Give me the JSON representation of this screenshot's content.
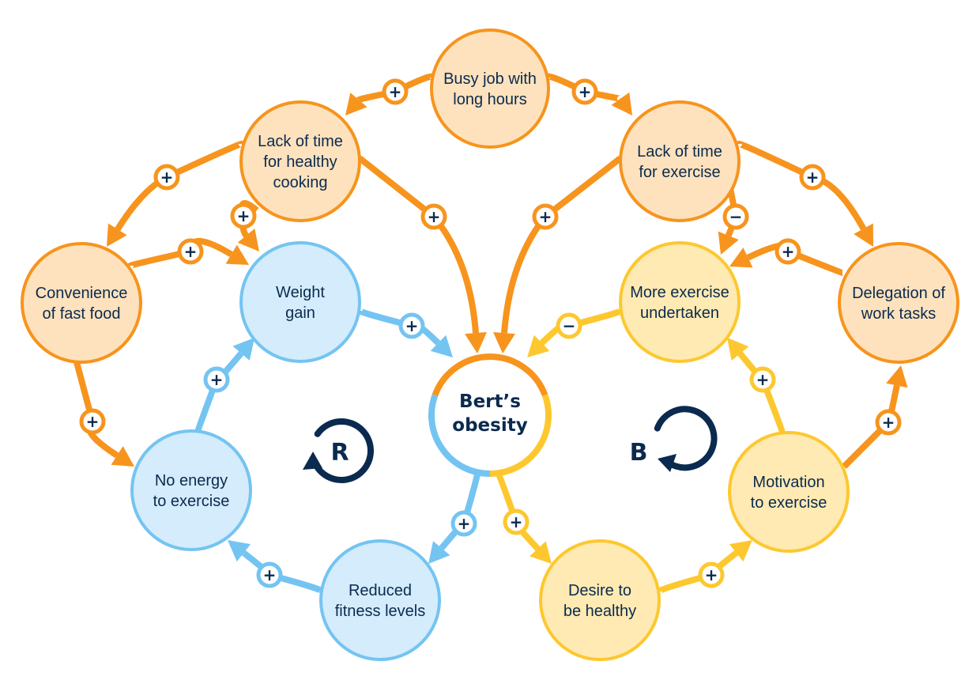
{
  "colors": {
    "orange": "#f7941d",
    "orange_fill": "#fde2bd",
    "blue": "#74c4f2",
    "blue_fill": "#d4ecfb",
    "yellow": "#fdc82f",
    "yellow_fill": "#feeab2",
    "navy": "#0b2a4f",
    "white": "#ffffff"
  },
  "center": {
    "lines": [
      "Bert’s",
      "obesity"
    ]
  },
  "nodes": [
    {
      "id": "busy-job",
      "lines": [
        "Busy job with",
        "long hours"
      ],
      "theme": "orange"
    },
    {
      "id": "lack-time-cooking",
      "lines": [
        "Lack of time",
        "for healthy",
        "cooking"
      ],
      "theme": "orange"
    },
    {
      "id": "lack-time-exercise",
      "lines": [
        "Lack of time",
        "for exercise"
      ],
      "theme": "orange"
    },
    {
      "id": "convenience-fast-food",
      "lines": [
        "Convenience",
        "of fast food"
      ],
      "theme": "orange"
    },
    {
      "id": "delegation-work-tasks",
      "lines": [
        "Delegation of",
        "work tasks"
      ],
      "theme": "orange"
    },
    {
      "id": "weight-gain",
      "lines": [
        "Weight",
        "gain"
      ],
      "theme": "blue"
    },
    {
      "id": "no-energy-exercise",
      "lines": [
        "No energy",
        "to exercise"
      ],
      "theme": "blue"
    },
    {
      "id": "reduced-fitness",
      "lines": [
        "Reduced",
        "fitness levels"
      ],
      "theme": "blue"
    },
    {
      "id": "more-exercise",
      "lines": [
        "More exercise",
        "undertaken"
      ],
      "theme": "yellow"
    },
    {
      "id": "motivation-exercise",
      "lines": [
        "Motivation",
        "to exercise"
      ],
      "theme": "yellow"
    },
    {
      "id": "desire-healthy",
      "lines": [
        "Desire to",
        "be healthy"
      ],
      "theme": "yellow"
    }
  ],
  "links": [
    {
      "from": "busy-job",
      "to": "lack-time-cooking",
      "sign": "+",
      "theme": "orange"
    },
    {
      "from": "busy-job",
      "to": "lack-time-exercise",
      "sign": "+",
      "theme": "orange"
    },
    {
      "from": "lack-time-cooking",
      "to": "convenience-fast-food",
      "sign": "+",
      "theme": "orange"
    },
    {
      "from": "lack-time-cooking",
      "to": "weight-gain",
      "sign": "+",
      "theme": "orange"
    },
    {
      "from": "lack-time-cooking",
      "to": "berts-obesity",
      "sign": "+",
      "theme": "orange"
    },
    {
      "from": "convenience-fast-food",
      "to": "weight-gain",
      "sign": "+",
      "theme": "orange"
    },
    {
      "from": "convenience-fast-food",
      "to": "no-energy-exercise",
      "sign": "+",
      "theme": "orange"
    },
    {
      "from": "lack-time-exercise",
      "to": "berts-obesity",
      "sign": "+",
      "theme": "orange"
    },
    {
      "from": "lack-time-exercise",
      "to": "more-exercise",
      "sign": "−",
      "theme": "orange"
    },
    {
      "from": "lack-time-exercise",
      "to": "delegation-work-tasks",
      "sign": "+",
      "theme": "orange"
    },
    {
      "from": "delegation-work-tasks",
      "to": "more-exercise",
      "sign": "+",
      "theme": "orange"
    },
    {
      "from": "motivation-exercise",
      "to": "delegation-work-tasks",
      "sign": "+",
      "theme": "orange"
    },
    {
      "from": "weight-gain",
      "to": "berts-obesity",
      "sign": "+",
      "theme": "blue"
    },
    {
      "from": "berts-obesity",
      "to": "reduced-fitness",
      "sign": "+",
      "theme": "blue"
    },
    {
      "from": "reduced-fitness",
      "to": "no-energy-exercise",
      "sign": "+",
      "theme": "blue"
    },
    {
      "from": "no-energy-exercise",
      "to": "weight-gain",
      "sign": "+",
      "theme": "blue"
    },
    {
      "from": "more-exercise",
      "to": "berts-obesity",
      "sign": "−",
      "theme": "yellow"
    },
    {
      "from": "berts-obesity",
      "to": "desire-healthy",
      "sign": "+",
      "theme": "yellow"
    },
    {
      "from": "desire-healthy",
      "to": "motivation-exercise",
      "sign": "+",
      "theme": "yellow"
    },
    {
      "from": "motivation-exercise",
      "to": "more-exercise",
      "sign": "+",
      "theme": "yellow"
    }
  ],
  "loops": [
    {
      "id": "reinforcing",
      "letter": "R",
      "direction": "counterclockwise"
    },
    {
      "id": "balancing",
      "letter": "B",
      "direction": "clockwise"
    }
  ]
}
